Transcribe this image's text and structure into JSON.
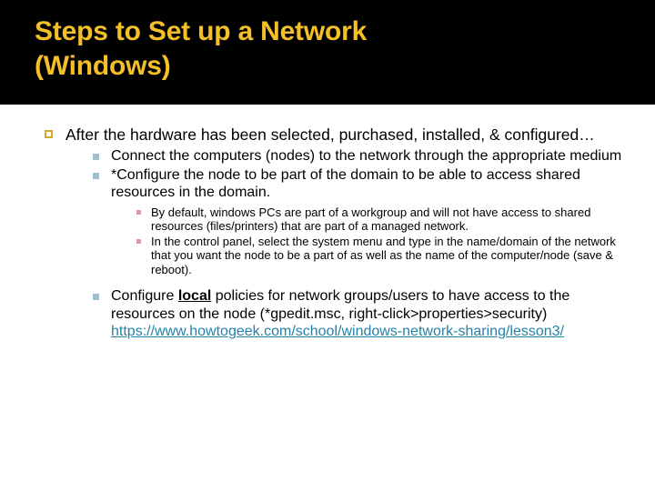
{
  "slide": {
    "title": "Steps to Set up a Network\n(Windows)",
    "title_color": "#f5c027",
    "title_band_color": "#000000",
    "background_color": "#ffffff",
    "body_text_color": "#000000"
  },
  "markers": {
    "level1": {
      "name": "hollow-square-bullet",
      "color": "#d9a82a"
    },
    "level2": {
      "name": "small-square-bullet",
      "color": "#9ec0cd"
    },
    "level3": {
      "name": "tiny-square-bullet",
      "color": "#d99aa6"
    }
  },
  "content": {
    "bullet1": {
      "text": "After the hardware has been selected, purchased, installed, & configured…"
    },
    "sub1": {
      "text": "Connect the computers (nodes) to the network through the appropriate medium"
    },
    "sub2": {
      "text": "*Configure the node to be part of the domain to be able to access shared resources in the domain."
    },
    "sub2_detail1": {
      "text": "By default, windows PCs are part of a workgroup and will not have access to shared resources (files/printers) that are part of a managed network."
    },
    "sub2_detail2": {
      "text": "In the control panel, select the system menu and type in the name/domain of the network that you want the node to be a part of as well as the name of the computer/node (save & reboot)."
    },
    "sub3": {
      "part_a": "Configure ",
      "emphasis": "local",
      "part_b": " policies for network groups/users to have access to the resources on the node (*gpedit.msc, right-click>properties>security)",
      "link": "https://www.howtogeek.com/school/windows-network-sharing/lesson3/"
    }
  }
}
